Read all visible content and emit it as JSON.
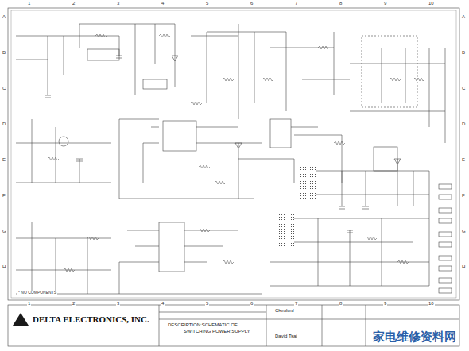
{
  "diagram": {
    "labels": [
      "1",
      "2",
      "3",
      "4",
      "5",
      "6",
      "7",
      "8",
      "9",
      "10",
      "1",
      "2",
      "3",
      "4",
      "5",
      "6",
      "7",
      "8",
      "9",
      "10",
      "A",
      "B",
      "C",
      "D",
      "E",
      "F",
      "G",
      "H",
      "A",
      "B",
      "C",
      "D",
      "E",
      "F",
      "G",
      "H",
      "* NO COMPONENTS",
      "DELTA ELECTRONICS, INC.",
      "DESCRIPTION:SCHEMATIC OF",
      "SWITCHING POWER SUPPLY",
      "Checked",
      "David Tsai",
      "家电维修资料网"
    ]
  }
}
